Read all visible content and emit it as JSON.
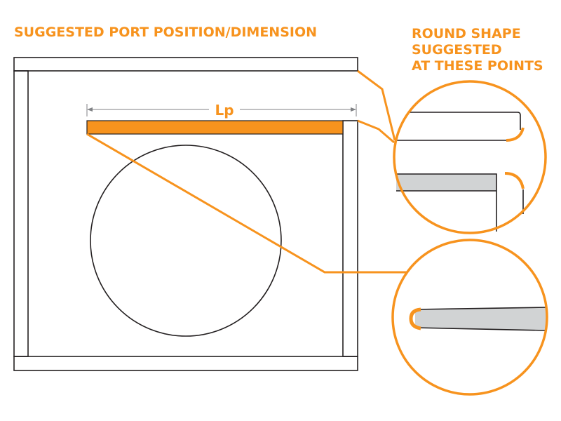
{
  "title": "SUGGESTED PORT POSITION/DIMENSION",
  "callout": {
    "line1": "ROUND SHAPE",
    "line2": "SUGGESTED",
    "line3": "AT THESE POINTS"
  },
  "dimension_label": "Lp",
  "colors": {
    "accent": "#f7931e",
    "line": "#231f20",
    "port_fill": "#d1d3d4"
  }
}
